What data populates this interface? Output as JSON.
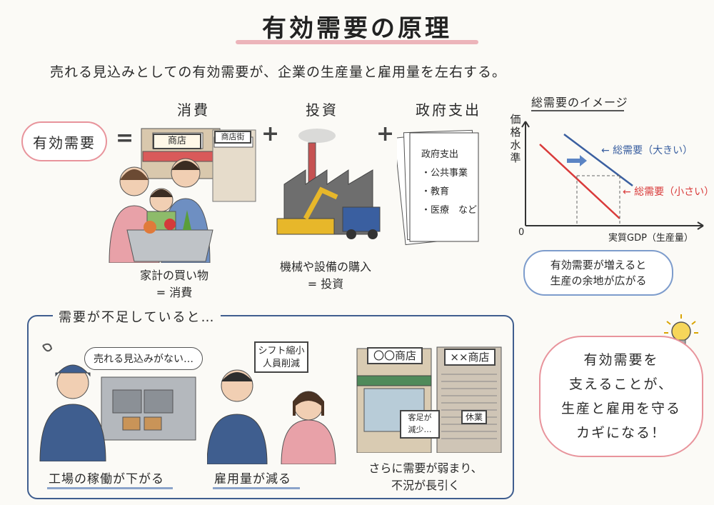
{
  "title": "有効需要の原理",
  "subtitle": "売れる見込みとしての有効需要が、企業の生産量と雇用量を左右する。",
  "equation": {
    "lhs": "有効需要",
    "equals": "=",
    "plus": "+",
    "components": [
      {
        "heading": "消費",
        "caption_line1": "家計の買い物",
        "caption_line2": "= 消費",
        "shop_sign": "商店",
        "street_sign": "商店街"
      },
      {
        "heading": "投資",
        "caption_line1": "機械や設備の購入",
        "caption_line2": "= 投資"
      },
      {
        "heading": "政府支出",
        "doc_title": "政府支出",
        "doc_items": [
          "・公共事業",
          "・教育",
          "・医療　など"
        ]
      }
    ]
  },
  "chart": {
    "title": "総需要のイメージ",
    "y_label": "価格水準",
    "x_label": "実質GDP（生産量）",
    "origin": "0",
    "line_high": "← 総需要（大きい）",
    "line_low": "← 総需要（小さい）",
    "note_line1": "有効需要が増えると",
    "note_line2": "生産の余地が広がる"
  },
  "chart_data": {
    "type": "line",
    "title": "総需要のイメージ",
    "xlabel": "実質GDP（生産量）",
    "ylabel": "価格水準",
    "series": [
      {
        "name": "総需要（大きい）",
        "color": "#3a5fa0"
      },
      {
        "name": "総需要（小さい）",
        "color": "#d93a3a"
      }
    ],
    "grid": false
  },
  "shortage": {
    "title": "需要が不足していると…",
    "scenes": [
      {
        "caption": "工場の稼働が下がる",
        "bubble": "売れる見込みがない…"
      },
      {
        "caption": "雇用量が減る",
        "sign_line1": "シフト縮小",
        "sign_line2": "人員削減"
      },
      {
        "caption_line1": "さらに需要が弱まり、",
        "caption_line2": "不況が長引く",
        "shop1": "〇〇商店",
        "shop2": "××商店",
        "closed": "休業",
        "board_line1": "客足が",
        "board_line2": "減少…"
      }
    ]
  },
  "key_message": [
    "有効需要を",
    "支えることが、",
    "生産と雇用を守る",
    "カギになる！"
  ]
}
